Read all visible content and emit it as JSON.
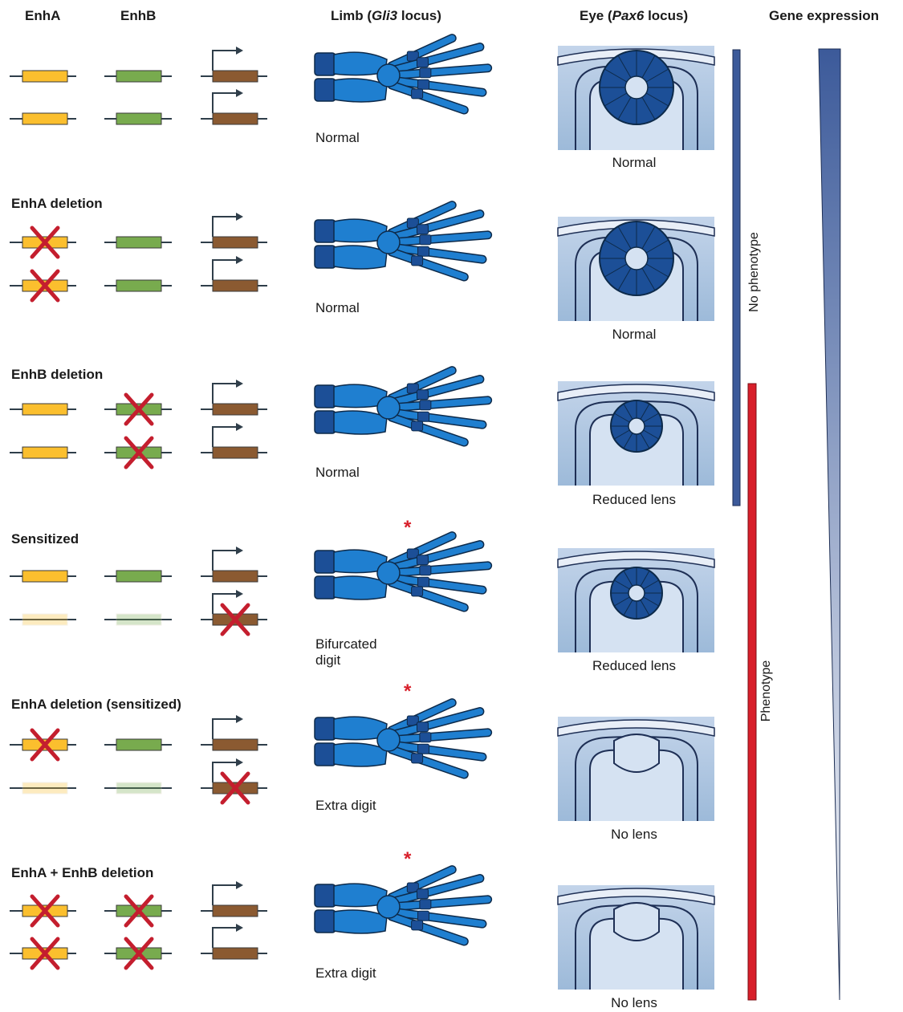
{
  "headers": {
    "enha": "EnhA",
    "enhb": "EnhB",
    "limb_prefix": "Limb (",
    "limb_gene": "Gli3",
    "limb_suffix": " locus)",
    "eye_prefix": "Eye (",
    "eye_gene": "Pax6",
    "eye_suffix": " locus)",
    "gene_expression": "Gene expression"
  },
  "rows": [
    {
      "title": "",
      "limb_caption": "Normal",
      "eye_caption": "Normal"
    },
    {
      "title": "EnhA deletion",
      "limb_caption": "Normal",
      "eye_caption": "Normal"
    },
    {
      "title": "EnhB deletion",
      "limb_caption": "Normal",
      "eye_caption": "Reduced lens"
    },
    {
      "title": "Sensitized",
      "limb_caption_line1": "Bifurcated",
      "limb_caption_line2": "digit",
      "eye_caption": "Reduced lens"
    },
    {
      "title": "EnhA deletion (sensitized)",
      "limb_caption": "Extra digit",
      "eye_caption": "No lens"
    },
    {
      "title": "EnhA + EnhB deletion",
      "limb_caption": "Extra digit",
      "eye_caption": "No lens"
    }
  ],
  "bars": {
    "no_phenotype": "No phenotype",
    "phenotype": "Phenotype"
  },
  "asterisk": "*",
  "colors": {
    "enha": "#fbbf2e",
    "enhb": "#78ab4e",
    "gene": "#8b5a31",
    "cross": "#c41e2e",
    "no_phenotype_bar": "#3c5a9a",
    "phenotype_bar": "#d81f2a",
    "bone": "#1f7fd0"
  }
}
